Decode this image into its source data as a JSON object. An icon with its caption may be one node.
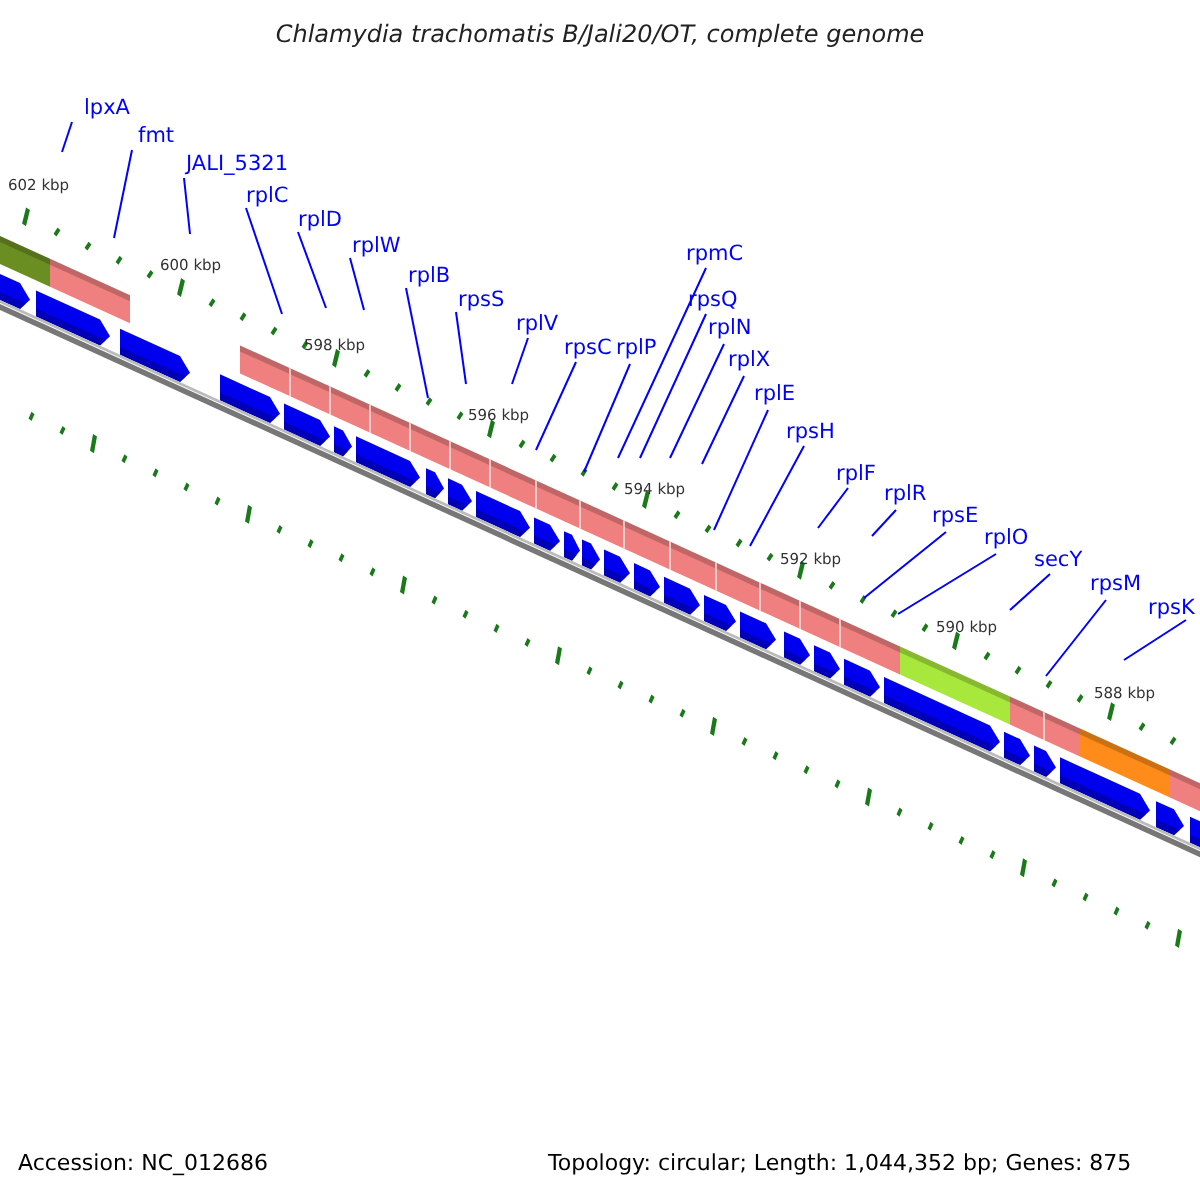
{
  "diagram": {
    "title": "Chlamydia trachomatis B/Jali20/OT, complete genome",
    "nodes": [
      {
        "text": [
          "lpxA"
        ]
      },
      {
        "text": [
          "fmt"
        ]
      },
      {
        "text": [
          "JALI_5321"
        ]
      },
      {
        "text": [
          "rplC"
        ]
      },
      {
        "text": [
          "rplD"
        ]
      },
      {
        "text": [
          "rplW"
        ]
      },
      {
        "text": [
          "rplB"
        ]
      },
      {
        "text": [
          "rpsS"
        ]
      },
      {
        "text": [
          "rplV"
        ]
      },
      {
        "text": [
          "rpsC"
        ]
      },
      {
        "text": [
          "rplP"
        ]
      },
      {
        "text": [
          "rpmC"
        ]
      },
      {
        "text": [
          "rpsQ"
        ]
      },
      {
        "text": [
          "rplN"
        ]
      },
      {
        "text": [
          "rplX"
        ]
      },
      {
        "text": [
          "rplE"
        ]
      },
      {
        "text": [
          "rpsH"
        ]
      },
      {
        "text": [
          "rplF"
        ]
      },
      {
        "text": [
          "rplR"
        ]
      },
      {
        "text": [
          "rpsE"
        ]
      },
      {
        "text": [
          "rplO"
        ]
      },
      {
        "text": [
          "secY"
        ]
      },
      {
        "text": [
          "rpsM"
        ]
      },
      {
        "text": [
          "rpsK"
        ]
      }
    ],
    "edges": [
      {
        "from": 0,
        "to": null,
        "arrow": "none"
      },
      {
        "from": 1,
        "to": null,
        "arrow": "none"
      },
      {
        "from": 2,
        "to": null,
        "arrow": "none"
      },
      {
        "from": 3,
        "to": null,
        "arrow": "none"
      },
      {
        "from": 4,
        "to": null,
        "arrow": "none"
      },
      {
        "from": 5,
        "to": null,
        "arrow": "none"
      },
      {
        "from": 6,
        "to": null,
        "arrow": "none"
      },
      {
        "from": 7,
        "to": null,
        "arrow": "none"
      },
      {
        "from": 8,
        "to": null,
        "arrow": "none"
      },
      {
        "from": 9,
        "to": null,
        "arrow": "none"
      },
      {
        "from": 10,
        "to": null,
        "arrow": "none"
      },
      {
        "from": 11,
        "to": null,
        "arrow": "none"
      },
      {
        "from": 12,
        "to": null,
        "arrow": "none"
      },
      {
        "from": 13,
        "to": null,
        "arrow": "none"
      },
      {
        "from": 14,
        "to": null,
        "arrow": "none"
      },
      {
        "from": 15,
        "to": null,
        "arrow": "none"
      },
      {
        "from": 16,
        "to": null,
        "arrow": "none"
      },
      {
        "from": 17,
        "to": null,
        "arrow": "none"
      },
      {
        "from": 18,
        "to": null,
        "arrow": "none"
      },
      {
        "from": 19,
        "to": null,
        "arrow": "none"
      },
      {
        "from": 20,
        "to": null,
        "arrow": "none"
      },
      {
        "from": 21,
        "to": null,
        "arrow": "none"
      },
      {
        "from": 22,
        "to": null,
        "arrow": "none"
      },
      {
        "from": 23,
        "to": null,
        "arrow": "none"
      }
    ],
    "labels": [
      "602 kbp",
      "600 kbp",
      "598 kbp",
      "596 kbp",
      "594 kbp",
      "592 kbp",
      "590 kbp",
      "588 kbp",
      "Accession: NC_012686",
      "Topology: circular; Length: 1,044,352 bp; Genes: 875"
    ]
  }
}
